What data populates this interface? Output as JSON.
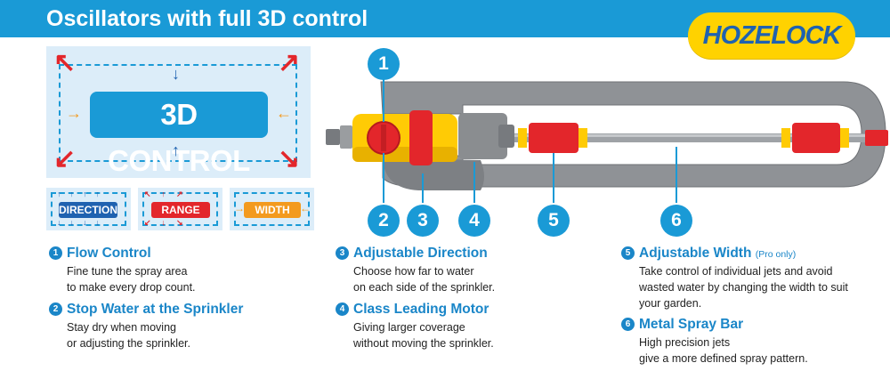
{
  "header": {
    "title": "Oscillators with full 3D control"
  },
  "brand": {
    "logo_text": "HOZELOCK"
  },
  "control_graphic": {
    "label": "3D CONTROL",
    "pills": [
      {
        "label": "DIRECTION",
        "color": "#1f62b0"
      },
      {
        "label": "RANGE",
        "color": "#e3262b"
      },
      {
        "label": "WIDTH",
        "color": "#f39a1e"
      }
    ]
  },
  "callouts": [
    "1",
    "2",
    "3",
    "4",
    "5",
    "6"
  ],
  "features": [
    {
      "num": "1",
      "title": "Flow Control",
      "note": "",
      "lines": [
        "Fine tune the spray area",
        "to make every drop count."
      ]
    },
    {
      "num": "2",
      "title": "Stop Water at the Sprinkler",
      "note": "",
      "lines": [
        "Stay dry when moving",
        "or adjusting the sprinkler."
      ]
    },
    {
      "num": "3",
      "title": "Adjustable Direction",
      "note": "",
      "lines": [
        "Choose how far to water",
        "on each side of the sprinkler."
      ]
    },
    {
      "num": "4",
      "title": "Class Leading Motor",
      "note": "",
      "lines": [
        "Giving larger coverage",
        "without moving the sprinkler."
      ]
    },
    {
      "num": "5",
      "title": "Adjustable Width",
      "note": "(Pro only)",
      "lines": [
        "Take control of individual jets and avoid",
        "wasted water by changing the width to suit",
        "your garden."
      ]
    },
    {
      "num": "6",
      "title": "Metal Spray Bar",
      "note": "",
      "lines": [
        "High precision jets",
        "give a more defined spray pattern."
      ]
    }
  ],
  "colors": {
    "blue": "#1a9ad6",
    "dark_blue": "#1f62b0",
    "red": "#e3262b",
    "orange": "#f39a1e",
    "yellow": "#ffd200",
    "grey": "#8a8d90"
  }
}
